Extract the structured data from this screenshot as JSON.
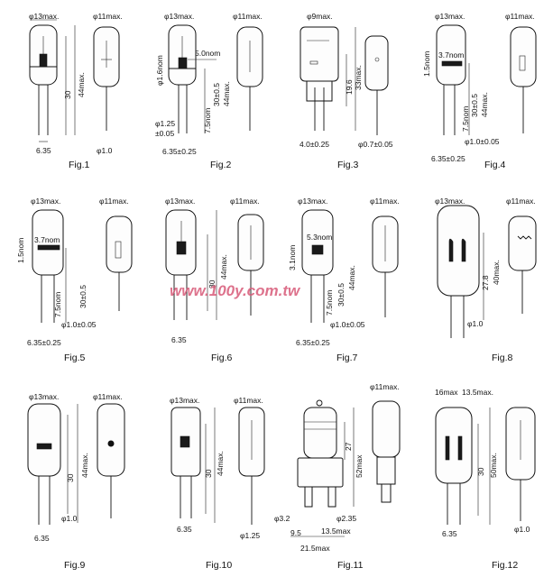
{
  "watermark": "www.100y.com.tw",
  "figures": [
    {
      "caption": "Fig.1",
      "labels": [
        "φ13max.",
        "φ11max.",
        "30",
        "44max.",
        "6.35",
        "φ1.0"
      ]
    },
    {
      "caption": "Fig.2",
      "labels": [
        "φ13max.",
        "φ11max.",
        "φ1.6nom",
        "5.0nom",
        "30±0.5",
        "44max.",
        "7.5nom",
        "φ1.25",
        "±0.05",
        "6.35±0.25"
      ]
    },
    {
      "caption": "Fig.3",
      "labels": [
        "φ9max.",
        "19.6",
        "33max.",
        "4.0±0.25",
        "φ0.7±0.05"
      ]
    },
    {
      "caption": "Fig.4",
      "labels": [
        "φ13max.",
        "φ11max.",
        "3.7nom",
        "1.5nom",
        "7.5nom",
        "30±0.5",
        "44max.",
        "φ1.0±0.05",
        "6.35±0.25"
      ]
    },
    {
      "caption": "Fig.5",
      "labels": [
        "φ13max.",
        "φ11max.",
        "3.7nom",
        "1.5nom",
        "7.5nom",
        "30±0.5",
        "φ1.0±0.05",
        "6.35±0.25"
      ]
    },
    {
      "caption": "Fig.6",
      "labels": [
        "φ13max.",
        "φ11max.",
        "30",
        "44max.",
        "6.35"
      ]
    },
    {
      "caption": "Fig.7",
      "labels": [
        "φ13max.",
        "φ11max.",
        "5.3nom",
        "3.1nom",
        "7.5nom",
        "30±0.5",
        "44max.",
        "φ1.0±0.05",
        "6.35±0.25"
      ]
    },
    {
      "caption": "Fig.8",
      "labels": [
        "φ13max.",
        "φ11max.",
        "27.8",
        "40max.",
        "φ1.0"
      ]
    },
    {
      "caption": "Fig.9",
      "labels": [
        "φ13max.",
        "φ11max.",
        "30",
        "44max.",
        "φ1.0",
        "6.35"
      ]
    },
    {
      "caption": "Fig.10",
      "labels": [
        "φ13max.",
        "φ11max.",
        "30",
        "44max.",
        "6.35",
        "φ1.25"
      ]
    },
    {
      "caption": "Fig.11",
      "labels": [
        "φ11max.",
        "27",
        "52max",
        "φ3.2",
        "φ2.35",
        "9.5",
        "13.5max",
        "21.5max"
      ]
    },
    {
      "caption": "Fig.12",
      "labels": [
        "16max",
        "13.5max.",
        "30",
        "50max.",
        "6.35",
        "φ1.0"
      ]
    }
  ]
}
